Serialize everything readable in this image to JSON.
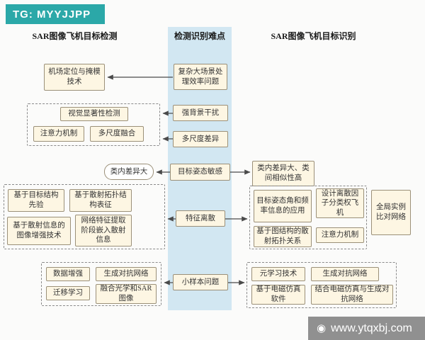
{
  "badge": {
    "text": "TG: MYYJJPP"
  },
  "headers": {
    "left": "SAR图像飞机目标检测",
    "center": "检测识别难点",
    "right": "SAR图像飞机目标识别"
  },
  "difficulties": [
    "复杂大场景处理效率问题",
    "强背景干扰",
    "多尺度差异",
    "目标姿态敏感",
    "特征离散",
    "小样本问题"
  ],
  "detection": {
    "airport": "机场定位与掩模技术",
    "saliency_main": "视觉显著性检测",
    "saliency_items": [
      "注意力机制",
      "多尺度融合"
    ],
    "intra_class": "类内差异大",
    "feature": [
      "基于目标结构先验",
      "基于散射拓扑结构表征",
      "基于散射信息的图像增强技术",
      "网络特征提取阶段嵌入散射信息"
    ],
    "small_sample": [
      "数据增强",
      "生成对抗网络",
      "迁移学习",
      "融合光学和SAR图像"
    ]
  },
  "recognition": {
    "intra_class": "类内差异大、类间相似性高",
    "feature": [
      "目标姿态角和频率信息的应用",
      "设计离散因子分类权飞机",
      "基于图结构的散射拓扑关系",
      "注意力机制"
    ],
    "global_net": "全局实例比对网络",
    "small_sample": [
      "元学习技术",
      "生成对抗网络",
      "基于电磁仿真软件",
      "结合电磁仿真与生成对抗网络"
    ]
  },
  "watermark": {
    "icon": "◉",
    "text": "www.ytqxbj.com"
  },
  "colors": {
    "accent_badge": "#2ba8a8",
    "band": "#d2e7f2",
    "box_fill": "#fdf6e3",
    "box_border": "#9b9079"
  }
}
